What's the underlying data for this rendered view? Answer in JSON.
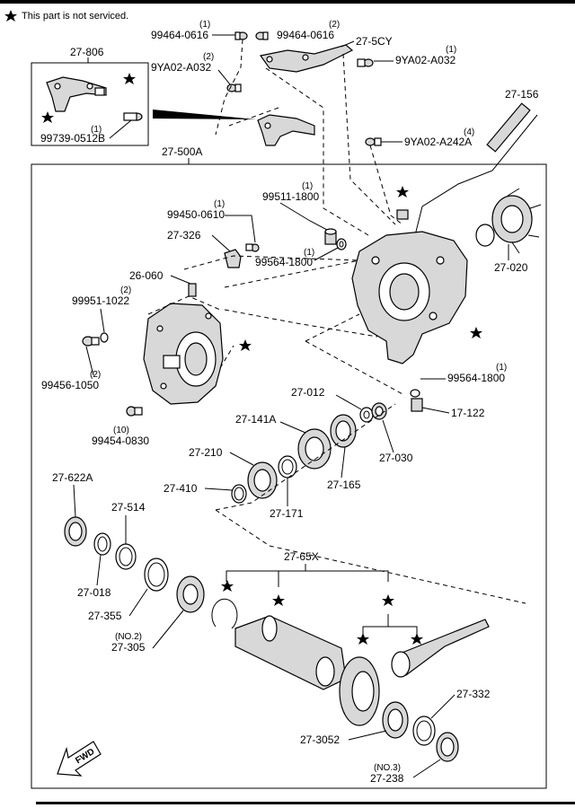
{
  "note": {
    "text": "This part is not serviced."
  },
  "fwd_label": "FWD",
  "callouts": [
    {
      "id": "c1",
      "qty": "(1)",
      "code": "99464-0616"
    },
    {
      "id": "c2",
      "qty": "(2)",
      "code": "99464-0616"
    },
    {
      "id": "c3",
      "qty": "",
      "code": "27-5CY"
    },
    {
      "id": "c4",
      "qty": "",
      "code": "27-806"
    },
    {
      "id": "c5",
      "qty": "(2)",
      "code": "9YA02-A032"
    },
    {
      "id": "c6",
      "qty": "(1)",
      "code": "9YA02-A032"
    },
    {
      "id": "c7",
      "qty": "(1)",
      "code": "99739-0512B"
    },
    {
      "id": "c8",
      "qty": "",
      "code": "27-156"
    },
    {
      "id": "c9",
      "qty": "(4)",
      "code": "9YA02-A242A"
    },
    {
      "id": "c10",
      "qty": "",
      "code": "27-500A"
    },
    {
      "id": "c11",
      "qty": "(1)",
      "code": "99511-1800"
    },
    {
      "id": "c12",
      "qty": "(1)",
      "code": "99450-0610"
    },
    {
      "id": "c13",
      "qty": "",
      "code": "27-326"
    },
    {
      "id": "c14",
      "qty": "(1)",
      "code": "99564-1800"
    },
    {
      "id": "c15",
      "qty": "",
      "code": "27-020"
    },
    {
      "id": "c16",
      "qty": "",
      "code": "26-060"
    },
    {
      "id": "c17",
      "qty": "(2)",
      "code": "99951-1022"
    },
    {
      "id": "c18",
      "qty": "(2)",
      "code": "99456-1050"
    },
    {
      "id": "c19",
      "qty": "(1)",
      "code": "99564-1800"
    },
    {
      "id": "c20",
      "qty": "",
      "code": "17-122"
    },
    {
      "id": "c21",
      "qty": "",
      "code": "27-012"
    },
    {
      "id": "c22",
      "qty": "(10)",
      "code": "99454-0830"
    },
    {
      "id": "c23",
      "qty": "",
      "code": "27-141A"
    },
    {
      "id": "c24",
      "qty": "",
      "code": "27-210"
    },
    {
      "id": "c25",
      "qty": "",
      "code": "27-030"
    },
    {
      "id": "c26",
      "qty": "",
      "code": "27-165"
    },
    {
      "id": "c27",
      "qty": "",
      "code": "27-410"
    },
    {
      "id": "c28",
      "qty": "",
      "code": "27-171"
    },
    {
      "id": "c29",
      "qty": "",
      "code": "27-622A"
    },
    {
      "id": "c30",
      "qty": "",
      "code": "27-514"
    },
    {
      "id": "c31",
      "qty": "",
      "code": "27-65X"
    },
    {
      "id": "c32",
      "qty": "",
      "code": "27-018"
    },
    {
      "id": "c33",
      "qty": "",
      "code": "27-355"
    },
    {
      "id": "c34",
      "qty": "(NO.2)",
      "code": "27-305"
    },
    {
      "id": "c35",
      "qty": "",
      "code": "27-332"
    },
    {
      "id": "c36",
      "qty": "",
      "code": "27-3052"
    },
    {
      "id": "c37",
      "qty": "(NO.3)",
      "code": "27-238"
    }
  ]
}
